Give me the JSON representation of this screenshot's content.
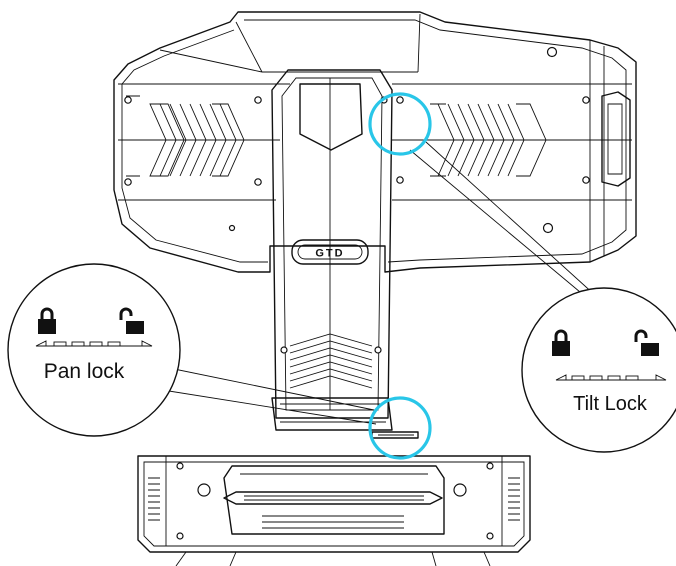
{
  "logo_text": "GTD",
  "pan_lock": {
    "label": "Pan lock"
  },
  "tilt_lock": {
    "label": "Tilt Lock"
  },
  "colors": {
    "highlight": "#29c6e8",
    "line": "#111111",
    "background": "#ffffff"
  },
  "icons": [
    "locked-padlock-icon",
    "unlocked-padlock-icon",
    "slide-direction-icon"
  ]
}
